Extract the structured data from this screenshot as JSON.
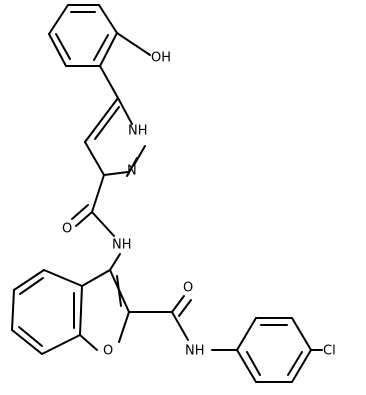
{
  "molecule": {
    "atoms": [
      {
        "id": "OH",
        "label": "OH"
      },
      {
        "id": "NH_pyrazole",
        "label": "NH"
      },
      {
        "id": "N_pyrazole",
        "label": "N"
      },
      {
        "id": "O_amide1",
        "label": "O"
      },
      {
        "id": "NH_amide1",
        "label": "NH"
      },
      {
        "id": "O_amide2",
        "label": "O"
      },
      {
        "id": "O_furan",
        "label": "O"
      },
      {
        "id": "NH_amide2",
        "label": "NH"
      },
      {
        "id": "Cl",
        "label": "Cl"
      }
    ]
  }
}
